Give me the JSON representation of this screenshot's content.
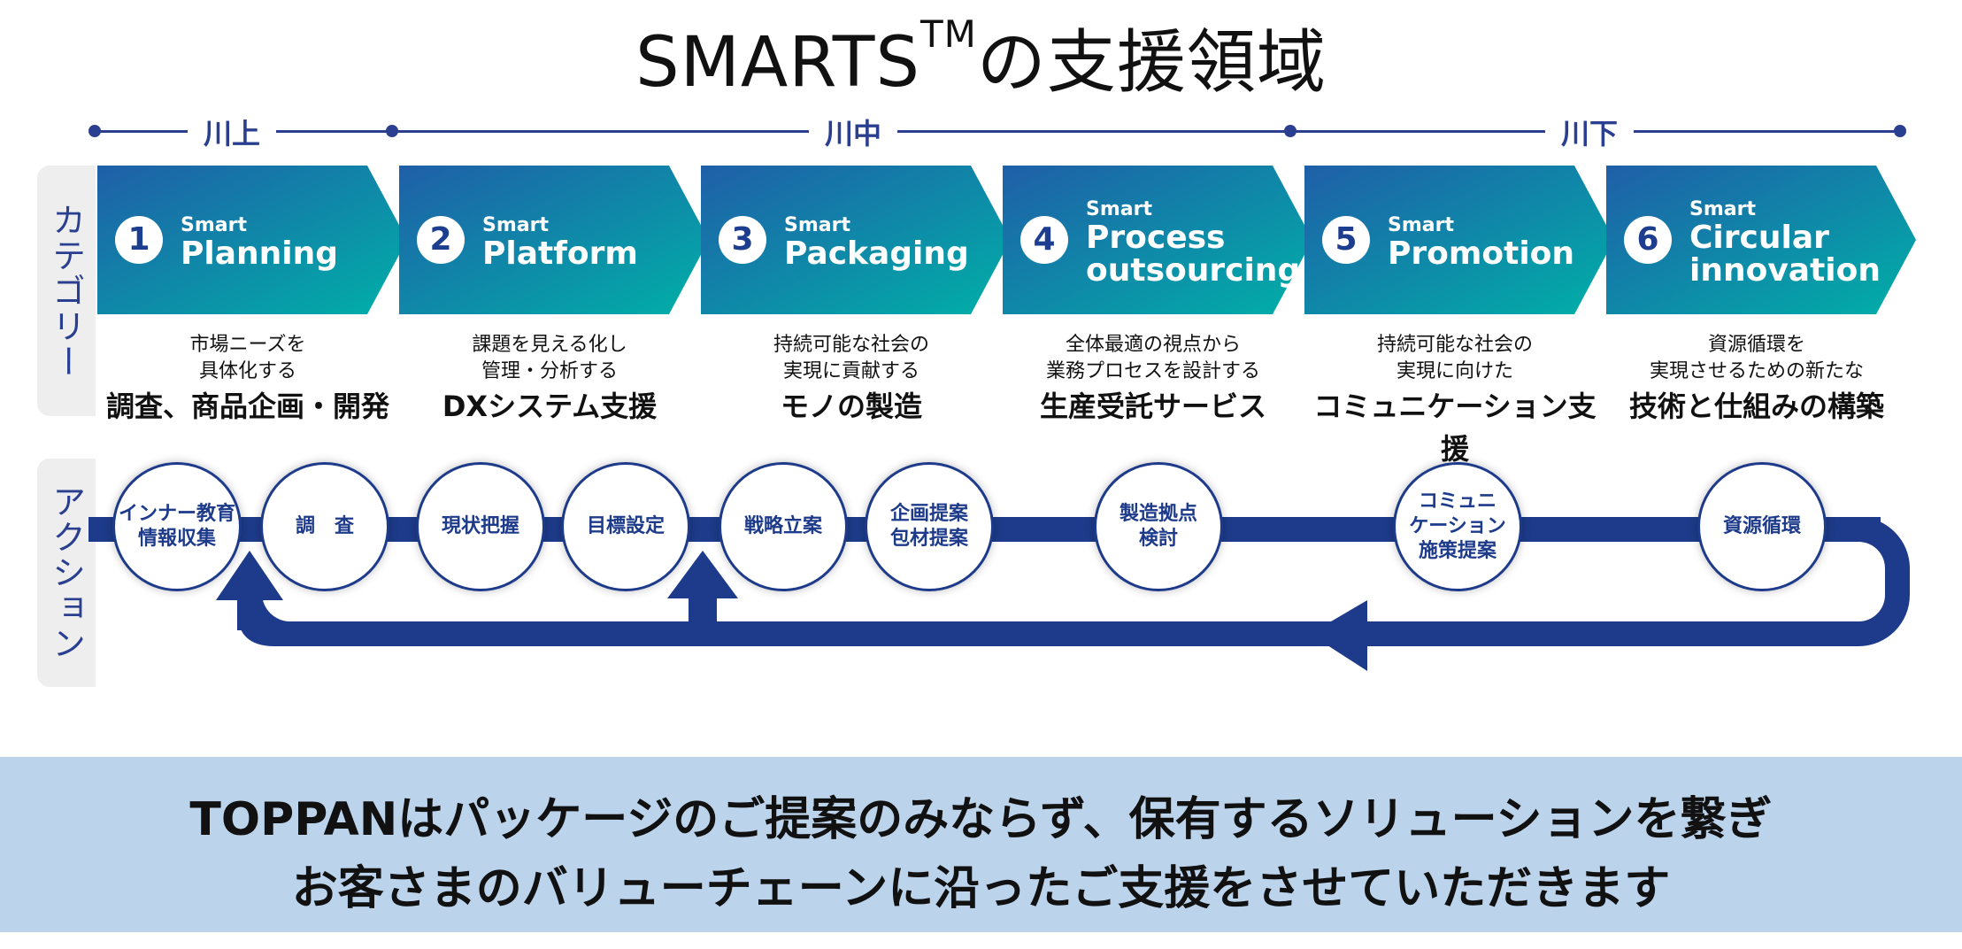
{
  "title": {
    "main": "SMARTS",
    "tm": "TM",
    "suffix": "の支援領域"
  },
  "stages": {
    "upstream": "川上",
    "midstream": "川中",
    "downstream": "川下"
  },
  "side_labels": {
    "category": "カテゴリー",
    "action": "アクション"
  },
  "colors": {
    "navy": "#1d3b8a",
    "gradient_start": "#1f5fa8",
    "gradient_end": "#00b0a8",
    "band": "#bcd3ec"
  },
  "categories": [
    {
      "num": "1",
      "smart": "Smart",
      "name1": "Planning",
      "name2": "",
      "desc1": "市場ニーズを",
      "desc2": "具体化する",
      "desc_main": "調査、商品企画・開発"
    },
    {
      "num": "2",
      "smart": "Smart",
      "name1": "Platform",
      "name2": "",
      "desc1": "課題を見える化し",
      "desc2": "管理・分析する",
      "desc_main": "DXシステム支援"
    },
    {
      "num": "3",
      "smart": "Smart",
      "name1": "Packaging",
      "name2": "",
      "desc1": "持続可能な社会の",
      "desc2": "実現に貢献する",
      "desc_main": "モノの製造"
    },
    {
      "num": "4",
      "smart": "Smart",
      "name1": "Process",
      "name2": "outsourcing",
      "desc1": "全体最適の視点から",
      "desc2": "業務プロセスを設計する",
      "desc_main": "生産受託サービス"
    },
    {
      "num": "5",
      "smart": "Smart",
      "name1": "Promotion",
      "name2": "",
      "desc1": "持続可能な社会の",
      "desc2": "実現に向けた",
      "desc_main": "コミュニケーション支援"
    },
    {
      "num": "6",
      "smart": "Smart",
      "name1": "Circular",
      "name2": "innovation",
      "desc1": "資源循環を",
      "desc2": "実現させるための新たな",
      "desc_main": "技術と仕組みの構築"
    }
  ],
  "actions": [
    {
      "l1": "インナー教育",
      "l2": "情報収集",
      "l3": ""
    },
    {
      "l1": "調　査",
      "l2": "",
      "l3": ""
    },
    {
      "l1": "現状把握",
      "l2": "",
      "l3": ""
    },
    {
      "l1": "目標設定",
      "l2": "",
      "l3": ""
    },
    {
      "l1": "戦略立案",
      "l2": "",
      "l3": ""
    },
    {
      "l1": "企画提案",
      "l2": "包材提案",
      "l3": ""
    },
    {
      "l1": "製造拠点",
      "l2": "検討",
      "l3": ""
    },
    {
      "l1": "コミュニ",
      "l2": "ケーション",
      "l3": "施策提案"
    },
    {
      "l1": "資源循環",
      "l2": "",
      "l3": ""
    }
  ],
  "footer": {
    "line1": "TOPPANはパッケージのご提案のみならず、保有するソリューションを繋ぎ",
    "line2": "お客さまのバリューチェーンに沿ったご支援をさせていただきます"
  }
}
